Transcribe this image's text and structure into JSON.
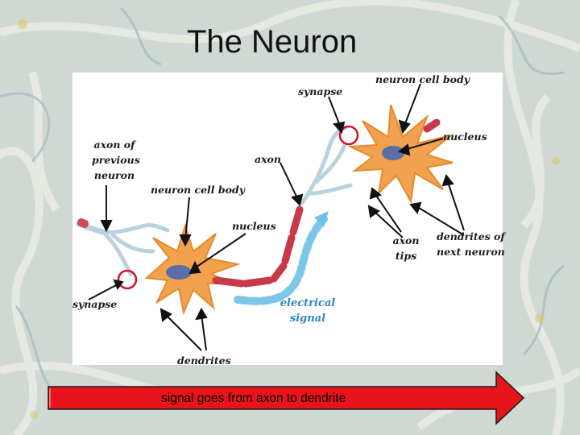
{
  "title": "The Neuron",
  "labels": {
    "neuron_cell_body_top": "neuron cell body",
    "synapse_top": "synapse",
    "nucleus_right": "nucleus",
    "axon_of_previous_neuron_1": "axon of",
    "axon_of_previous_neuron_2": "previous",
    "axon_of_previous_neuron_3": "neuron",
    "axon": "axon",
    "neuron_cell_body_left": "neuron cell body",
    "nucleus_left": "nucleus",
    "axon_tips_1": "axon",
    "axon_tips_2": "tips",
    "dendrites_next_1": "dendrites of",
    "dendrites_next_2": "next neuron",
    "synapse_bottom": "synapse",
    "electrical_signal_1": "electrical",
    "electrical_signal_2": "signal",
    "dendrites": "dendrites"
  },
  "banner": {
    "text": "signal goes from axon to dendrite",
    "color": "#e8141b"
  },
  "colors": {
    "cell_body": "#f2a24e",
    "nucleus": "#5a6ea8",
    "axon_segment": "#c83a4a",
    "dendrite_blue": "#b9d3de",
    "signal": "#6ec1e6",
    "synapse_ring": "#d3122a"
  }
}
